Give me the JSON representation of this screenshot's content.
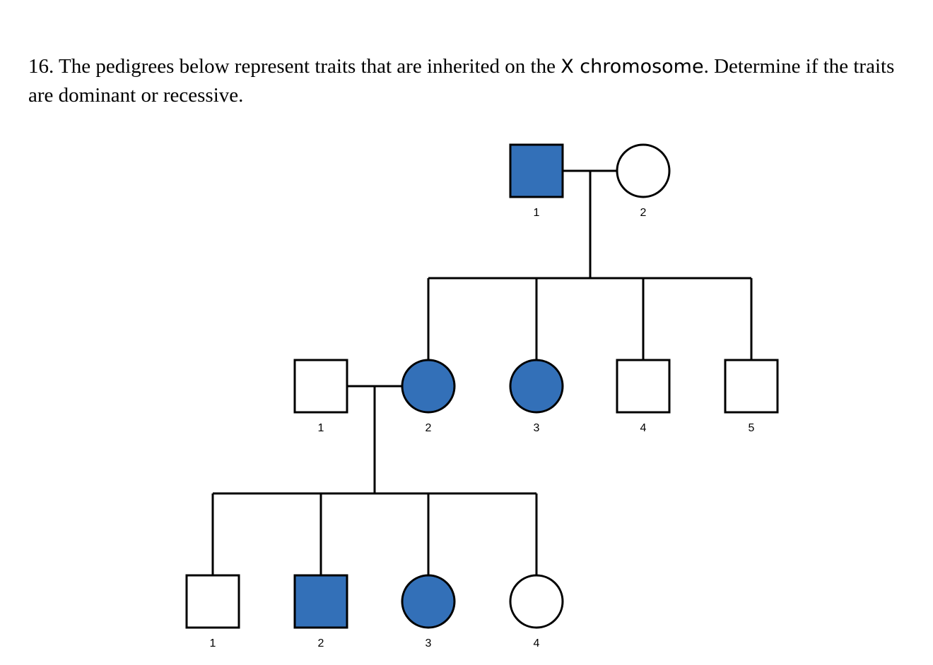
{
  "question": {
    "number": "16.",
    "text_before": "The pedigrees below represent traits that are inherited on the",
    "highlight": "X chromosome",
    "text_after": ". Determine if the traits are dominant or recessive."
  },
  "colors": {
    "affected": "#3370b8",
    "unaffected": "#ffffff",
    "line": "#000000"
  },
  "pedigree": {
    "generation_1": [
      {
        "label": "1",
        "sex": "male",
        "affected": true
      },
      {
        "label": "2",
        "sex": "female",
        "affected": false
      }
    ],
    "generation_2": [
      {
        "label": "1",
        "sex": "male",
        "affected": false
      },
      {
        "label": "2",
        "sex": "female",
        "affected": true
      },
      {
        "label": "3",
        "sex": "female",
        "affected": true
      },
      {
        "label": "4",
        "sex": "male",
        "affected": false
      },
      {
        "label": "5",
        "sex": "male",
        "affected": false
      }
    ],
    "generation_3": [
      {
        "label": "1",
        "sex": "male",
        "affected": false
      },
      {
        "label": "2",
        "sex": "male",
        "affected": true
      },
      {
        "label": "3",
        "sex": "female",
        "affected": true
      },
      {
        "label": "4",
        "sex": "female",
        "affected": false
      }
    ]
  }
}
